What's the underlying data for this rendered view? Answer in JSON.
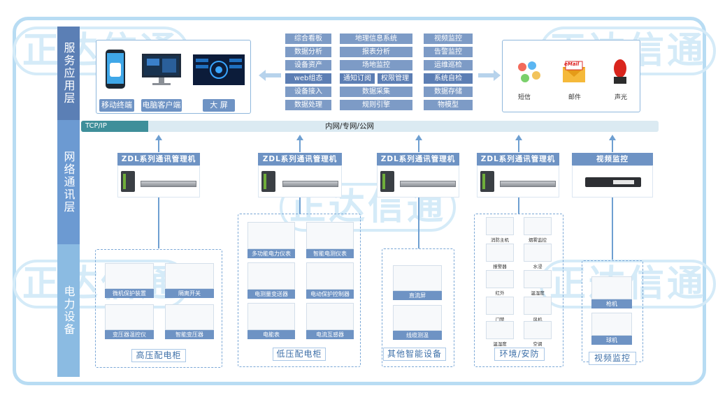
{
  "watermark": "正达信通",
  "layers": {
    "service": "服务应用层",
    "network": "网络通讯层",
    "power": "电力设备"
  },
  "clients": [
    {
      "label": "移动终端"
    },
    {
      "label": "电脑客户端"
    },
    {
      "label": "大 屏"
    }
  ],
  "functions": {
    "col1": [
      "综合看板",
      "数据分析",
      "设备资产",
      "web组态",
      "设备接入",
      "数据处理"
    ],
    "col2": [
      "地理信息系统",
      "报表分析",
      "场地监控",
      "通知订阅",
      "权限管理",
      "数据采集",
      "规则引擎"
    ],
    "col3": [
      "视频监控",
      "告警监控",
      "运维巡检",
      "系统自检",
      "数据存储",
      "物模型"
    ]
  },
  "alerts": [
    {
      "label": "短信",
      "icon": "sms-icon"
    },
    {
      "label": "邮件",
      "icon": "email-icon",
      "badge": "eMail"
    },
    {
      "label": "声光",
      "icon": "alarm-light-icon"
    }
  ],
  "network": {
    "protocol": "TCP/IP",
    "networks": "内网/专网/公网"
  },
  "managers": [
    {
      "title": "ZDL系列通讯管理机"
    },
    {
      "title": "ZDL系列通讯管理机"
    },
    {
      "title": "ZDL系列通讯管理机"
    },
    {
      "title": "ZDL系列通讯管理机"
    },
    {
      "title": "视频监控"
    }
  ],
  "groups": {
    "hv": {
      "caption": "高压配电柜",
      "items": [
        "微机保护装置",
        "隔离开关",
        "变压器温控仪",
        "智能变压器"
      ]
    },
    "lv": {
      "caption": "低压配电柜",
      "items": [
        "多功能电力仪表",
        "智能电测仪表",
        "电测量变送器",
        "电动保护控制器",
        "电能表",
        "电流互感器"
      ]
    },
    "other": {
      "caption": "其他智能设备",
      "items": [
        "直流屏",
        "线缆测温"
      ]
    },
    "env": {
      "caption": "环境/安防",
      "items": [
        "消防主机",
        "烟雾监控",
        "报警器",
        "水浸",
        "红外",
        "温湿度",
        "门禁",
        "风机",
        "温湿度",
        "空调"
      ]
    },
    "video": {
      "caption": "视频监控",
      "items": [
        "枪机",
        "球机"
      ]
    }
  },
  "colors": {
    "accent": "#6e93c4",
    "frame": "#b8dcf3",
    "layer_service": "#5b7fb5",
    "layer_network": "#6c9ad2",
    "layer_power": "#86b6df"
  }
}
